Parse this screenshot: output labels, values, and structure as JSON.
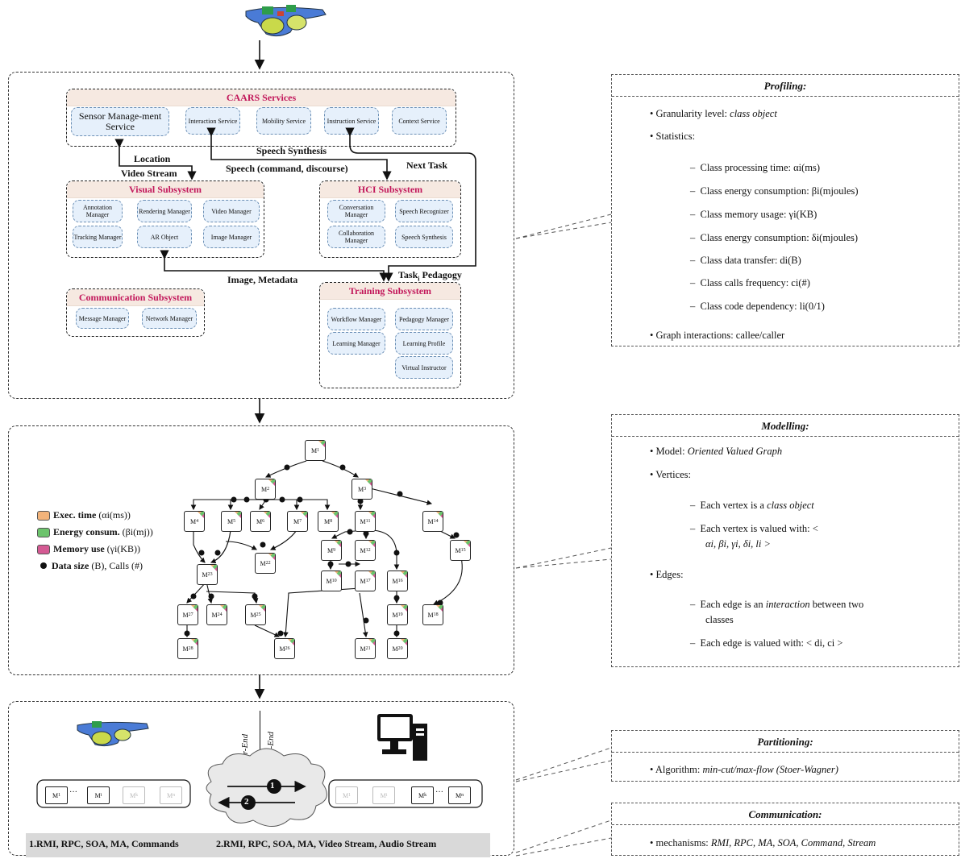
{
  "profiling": {
    "title": "Profiling:",
    "granularity_label": "Granularity level: ",
    "granularity_value": "class object",
    "statistics_label": "Statistics:",
    "stats": [
      "Class processing time: αi(ms)",
      "Class energy consumption: βi(mjoules)",
      "Class memory usage: γi(KB)",
      "Class energy consumption: δi(mjoules)",
      "Class data transfer: di(B)",
      "Class calls frequency: ci(#)",
      "Class code dependency: li(0/1)"
    ],
    "graph_interactions": "Graph interactions: callee/caller"
  },
  "modelling": {
    "title": "Modelling:",
    "model_label": "Model: ",
    "model_value": "Oriented Valued Graph",
    "vertices_label": "Vertices:",
    "vertex_a1": "Each vertex is a ",
    "vertex_a2": "class object",
    "vertex_b1": "Each vertex is valued with: <",
    "vertex_b2": "αi, βi, γi, δi, li >",
    "edges_label": "Edges:",
    "edge_a1": "Each edge is an ",
    "edge_a2": "interaction",
    "edge_a3": " between two",
    "edge_a4": "classes",
    "edge_b": "Each edge is valued with: < di, ci >"
  },
  "partitioning": {
    "title": "Partitioning:",
    "algorithm_label": "Algorithm: ",
    "algorithm_value": "min-cut/max-flow (Stoer-Wagner)"
  },
  "communication": {
    "title": "Communication:",
    "mech_label": "mechanisms: ",
    "mech_value": "RMI, RPC, MA, SOA, Command, Stream"
  },
  "caars": {
    "title": "CAARS Services",
    "services": [
      "Sensor Manage-ment Service",
      "Interaction Service",
      "Mobility Service",
      "Instruction Service",
      "Context Service"
    ]
  },
  "visual": {
    "title": "Visual Subsystem",
    "items": [
      "Annotation Manager",
      "Rendering Manager",
      "Video Manager",
      "Tracking Manager",
      "AR Object",
      "Image Manager"
    ]
  },
  "hci": {
    "title": "HCI Subsystem",
    "items": [
      "Conversation Manager",
      "Speech Recognizer",
      "Collaboration Manager",
      "Speech Synthesis"
    ]
  },
  "communication_subsystem": {
    "title": "Communication Subsystem",
    "items": [
      "Message Manager",
      "Network Manager"
    ]
  },
  "training": {
    "title": "Training Subsystem",
    "items": [
      "Workflow Manager",
      "Pedagogy Manager",
      "Learning Manager",
      "Learning Profile",
      "Virtual Instructor"
    ]
  },
  "flows": {
    "location": "Location",
    "video_stream": "Video Stream",
    "speech_synthesis": "Speech Synthesis",
    "speech_command": "Speech (command, discourse)",
    "next_task": "Next  Task",
    "image_metadata": "Image, Metadata",
    "task_pedagogy": "Task",
    "task_pedagogy_sub": "i",
    "task_pedagogy_2": " Pedagogy"
  },
  "legend": {
    "exec": "Exec. time",
    "exec_sym": "(αi(ms))",
    "energy": "Energy consum.",
    "energy_sym": "(βi(mj))",
    "memory": "Memory use",
    "memory_sym": "(γi(KB))",
    "data": "Data size",
    "data_sym": "(B), Calls (#)",
    "colors": {
      "exec": "#f2b37a",
      "energy": "#6cc36c",
      "memory": "#d45a93"
    }
  },
  "graph_nodes": [
    {
      "id": "M1",
      "base": "M",
      "sub": "1"
    },
    {
      "id": "M2",
      "base": "M",
      "sub": "2"
    },
    {
      "id": "M3",
      "base": "M",
      "sub": "3"
    },
    {
      "id": "M4",
      "base": "M",
      "sub": "4"
    },
    {
      "id": "M5",
      "base": "M",
      "sub": "5"
    },
    {
      "id": "M6",
      "base": "M",
      "sub": "6"
    },
    {
      "id": "M7",
      "base": "M",
      "sub": "7"
    },
    {
      "id": "M8",
      "base": "M",
      "sub": "8"
    },
    {
      "id": "M11",
      "base": "M",
      "sub": "11"
    },
    {
      "id": "M14",
      "base": "M",
      "sub": "14"
    },
    {
      "id": "M9",
      "base": "M",
      "sub": "9"
    },
    {
      "id": "M12",
      "base": "M",
      "sub": "12"
    },
    {
      "id": "M15",
      "base": "M",
      "sub": "15"
    },
    {
      "id": "M22",
      "base": "M",
      "sub": "22"
    },
    {
      "id": "M23",
      "base": "M",
      "sub": "23"
    },
    {
      "id": "M10",
      "base": "M",
      "sub": "10"
    },
    {
      "id": "M17",
      "base": "M",
      "sub": "17"
    },
    {
      "id": "M16",
      "base": "M",
      "sub": "16"
    },
    {
      "id": "M27",
      "base": "M",
      "sub": "27"
    },
    {
      "id": "M24",
      "base": "M",
      "sub": "24"
    },
    {
      "id": "M25",
      "base": "M",
      "sub": "25"
    },
    {
      "id": "M19",
      "base": "M",
      "sub": "19"
    },
    {
      "id": "M18",
      "base": "M",
      "sub": "18"
    },
    {
      "id": "M28",
      "base": "M",
      "sub": "28"
    },
    {
      "id": "M26",
      "base": "M",
      "sub": "26"
    },
    {
      "id": "M21",
      "base": "M",
      "sub": "21"
    },
    {
      "id": "M20",
      "base": "M",
      "sub": "20"
    }
  ],
  "partition": {
    "near_end": "Near-End",
    "front_end": "Front-End",
    "left_nodes": [
      {
        "base": "M",
        "sub": "1"
      },
      {
        "base": "M",
        "sub": "i"
      },
      {
        "base": "M",
        "sub": "k"
      },
      {
        "base": "M",
        "sub": "n"
      }
    ],
    "right_nodes": [
      {
        "base": "M",
        "sub": "1"
      },
      {
        "base": "M",
        "sub": "i"
      },
      {
        "base": "M",
        "sub": "k"
      },
      {
        "base": "M",
        "sub": "n"
      }
    ],
    "ellipsis": "···",
    "step1": "1",
    "step2": "2",
    "comm1": "1.RMI, RPC, SOA, MA, Commands",
    "comm2": "2.RMI, RPC, SOA, MA, Video Stream, Audio Stream"
  }
}
